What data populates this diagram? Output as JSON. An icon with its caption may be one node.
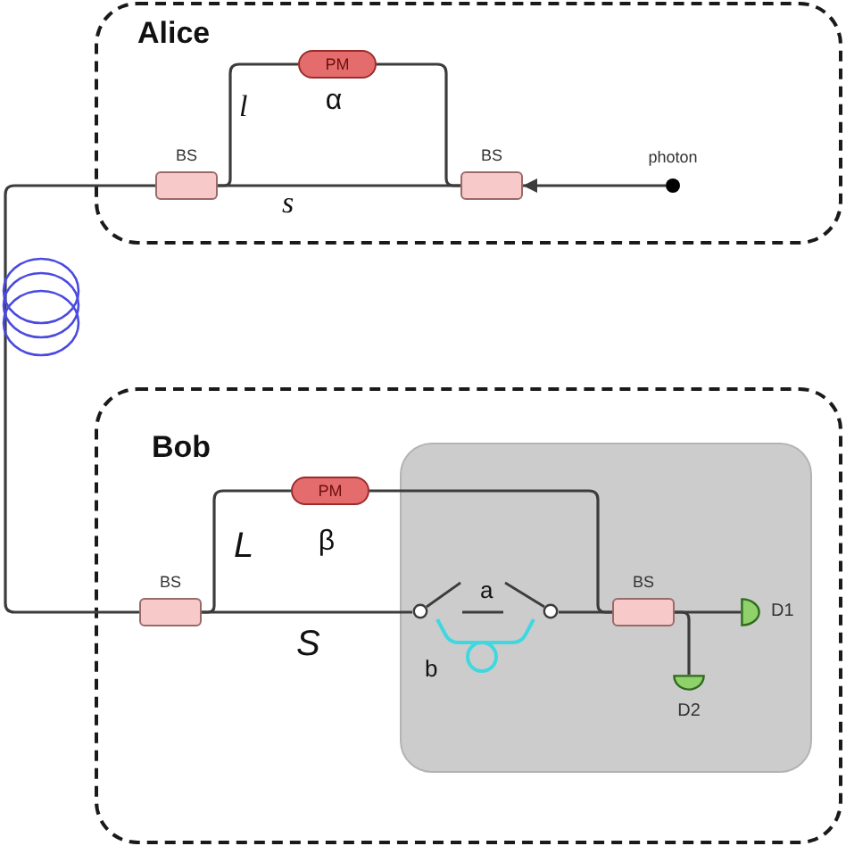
{
  "diagram": {
    "nodes": [
      {
        "text": [
          "Alice"
        ]
      },
      {
        "text": [
          "BS"
        ],
        "in": 0
      },
      {
        "text": [
          "PM"
        ],
        "in": 0,
        "beside": [
          "α"
        ]
      },
      {
        "text": [
          "BS"
        ],
        "in": 0
      },
      {
        "text": [
          "photon"
        ],
        "in": 0
      },
      {
        "text": [],
        "shape": "coil"
      },
      {
        "text": [
          "Bob"
        ]
      },
      {
        "text": [],
        "shape": "box",
        "in": 6
      },
      {
        "text": [
          "BS"
        ],
        "in": 6
      },
      {
        "text": [
          "PM"
        ],
        "in": 6,
        "beside": [
          "β"
        ]
      },
      {
        "text": [],
        "shape": "switch",
        "in": 7
      },
      {
        "text": [],
        "shape": "switch",
        "in": 7
      },
      {
        "text": [
          "BS"
        ],
        "in": 7
      },
      {
        "text": [
          "D1"
        ],
        "in": 7
      },
      {
        "text": [
          "D2"
        ],
        "in": 7
      }
    ],
    "edges": [
      {
        "from": 4,
        "to": 3,
        "arrow": "to"
      },
      {
        "from": 1,
        "to": 2,
        "arrow": "none",
        "label": "l"
      },
      {
        "from": 2,
        "to": 3,
        "arrow": "none"
      },
      {
        "from": 1,
        "to": 3,
        "arrow": "none",
        "label": "s"
      },
      {
        "from": 1,
        "to": 5,
        "arrow": "none"
      },
      {
        "from": 5,
        "to": 8,
        "arrow": "none"
      },
      {
        "from": 8,
        "to": 9,
        "arrow": "none",
        "label": "L"
      },
      {
        "from": 9,
        "to": 12,
        "arrow": "none"
      },
      {
        "from": 8,
        "to": 10,
        "arrow": "none",
        "label": "S"
      },
      {
        "from": 10,
        "to": 11,
        "arrow": "none",
        "label": "a"
      },
      {
        "from": 10,
        "to": 11,
        "arrow": "none",
        "label": "b",
        "color": "#40d8e0"
      },
      {
        "from": 11,
        "to": 12,
        "arrow": "none"
      },
      {
        "from": 12,
        "to": 13,
        "arrow": "none"
      },
      {
        "from": 12,
        "to": 14,
        "arrow": "none"
      }
    ]
  }
}
